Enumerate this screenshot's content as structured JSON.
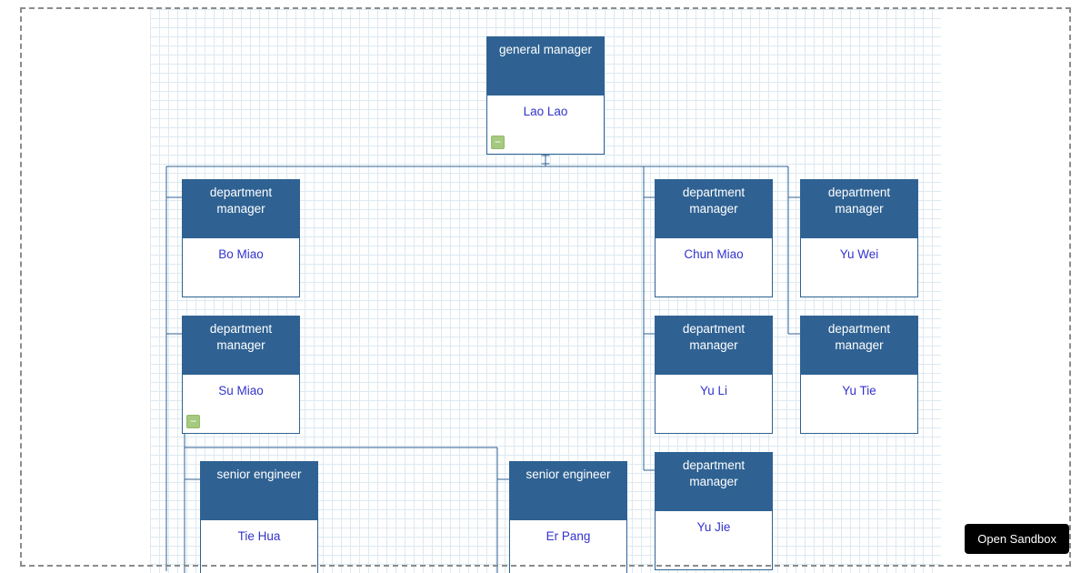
{
  "ui": {
    "collapse_glyph": "−",
    "sandbox_button_label": "Open Sandbox"
  },
  "colors": {
    "node_header_fill": "#2f6293",
    "node_border": "#2f6293",
    "name_text": "#3333cc",
    "link_line": "#2f6293",
    "grid_line": "#dde9f1",
    "collapse_button": "#a5c97f",
    "sandbox_button_bg": "#000000"
  },
  "nodes": [
    {
      "role": "general manager",
      "name": "Lao Lao"
    },
    {
      "role": "department manager",
      "name": "Bo Miao"
    },
    {
      "role": "department manager",
      "name": "Su Miao"
    },
    {
      "role": "department manager",
      "name": "Chun Miao"
    },
    {
      "role": "department manager",
      "name": "Yu Wei"
    },
    {
      "role": "department manager",
      "name": "Yu Li"
    },
    {
      "role": "department manager",
      "name": "Yu Tie"
    },
    {
      "role": "department manager",
      "name": "Yu Jie"
    },
    {
      "role": "senior engineer",
      "name": "Tie Hua"
    },
    {
      "role": "senior engineer",
      "name": "Er Pang"
    }
  ]
}
